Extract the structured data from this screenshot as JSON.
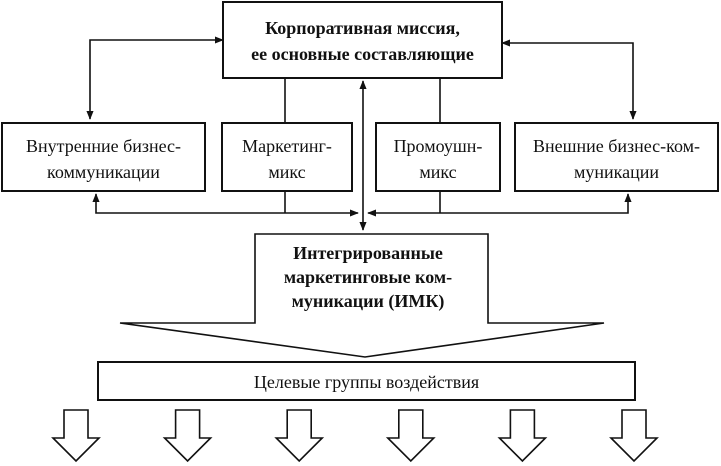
{
  "mission": {
    "line1": "Корпоративная миссия,",
    "line2": "ее основные составляющие"
  },
  "blocks": {
    "internal": {
      "line1": "Внутренние бизнес-",
      "line2": "коммуникации"
    },
    "marketing_mix": {
      "line1": "Маркетинг-",
      "line2": "микс"
    },
    "promo_mix": {
      "line1": "Промоушн-",
      "line2": "микс"
    },
    "external": {
      "line1": "Внешние бизнес-ком-",
      "line2": "муникации"
    }
  },
  "imc": {
    "line1": "Интегрированные",
    "line2": "маркетинговые ком-",
    "line3": "муникации (ИМК)"
  },
  "targets": {
    "label": "Целевые группы воздействия",
    "arrow_count": 6
  }
}
